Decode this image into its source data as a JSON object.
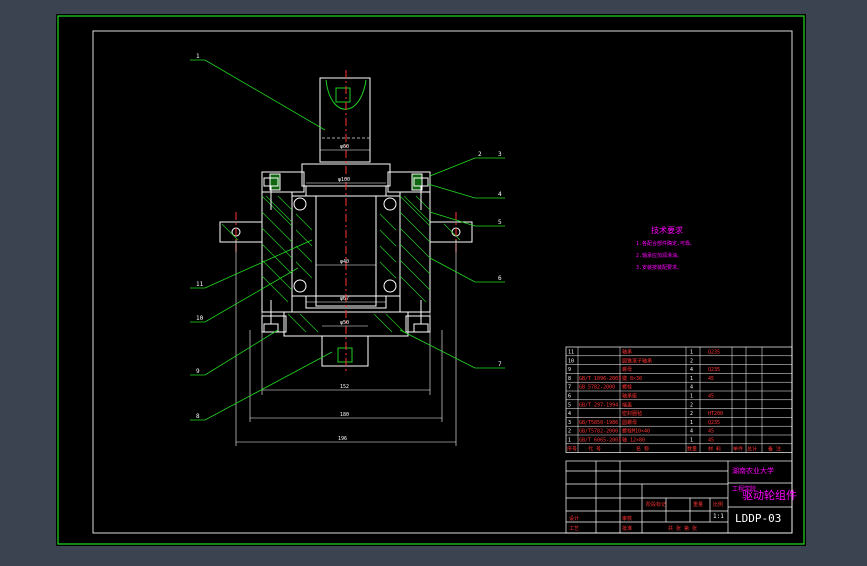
{
  "colors": {
    "background": "#3b4250",
    "sheet": "#000000",
    "border": "#22dd22",
    "part": "#ffffff",
    "hatch": "#22cc22",
    "centerline": "#ff3333",
    "dimension": "#ffffff",
    "notes": "#ff00ff",
    "title_block": "#ffffff",
    "table_text": "#ff3333",
    "title_text": "#ff00ff"
  },
  "leaders": {
    "left": [
      "1",
      "11",
      "10",
      "9",
      "8"
    ],
    "right": [
      "2",
      "3",
      "4",
      "5",
      "6",
      "7"
    ]
  },
  "dimensions": {
    "top_width": "φ60",
    "hub_inner": "φ100",
    "shaft_mid": "φ40",
    "bearing": "φ67",
    "lower_width": "φ50",
    "overall_a": "152",
    "overall_b": "180",
    "overall_c": "196"
  },
  "tech_notes": {
    "title": "技术要求",
    "lines": [
      "1.各配合部件确定,可靠。",
      "2.轴承应加润滑油。",
      "3.安装按装配要求。"
    ]
  },
  "parts_table": {
    "rows": [
      {
        "no": "11",
        "code": "",
        "name": "轴承",
        "qty": "1",
        "mat": "Q235"
      },
      {
        "no": "10",
        "code": "",
        "name": "圆锥滚子轴承",
        "qty": "2",
        "mat": ""
      },
      {
        "no": "9",
        "code": "",
        "name": "螺母",
        "qty": "4",
        "mat": "Q235"
      },
      {
        "no": "8",
        "code": "GB/T 1096-2003",
        "name": "键 8×30",
        "qty": "1",
        "mat": "45"
      },
      {
        "no": "7",
        "code": "GB 5782-2000",
        "name": "螺栓",
        "qty": "4",
        "mat": ""
      },
      {
        "no": "6",
        "code": "",
        "name": "轴承座",
        "qty": "1",
        "mat": "45"
      },
      {
        "no": "5",
        "code": "GB/T 297-1994",
        "name": "端盖",
        "qty": "2",
        "mat": ""
      },
      {
        "no": "4",
        "code": "",
        "name": "密封圈毡",
        "qty": "2",
        "mat": "HT200"
      },
      {
        "no": "3",
        "code": "GB/T5850-1986",
        "name": "圆螺母",
        "qty": "1",
        "mat": "Q235"
      },
      {
        "no": "2",
        "code": "GB/T5782-2000",
        "name": "螺栓M10×40",
        "qty": "4",
        "mat": "45"
      },
      {
        "no": "1",
        "code": "GB/T 6065-2003",
        "name": "轴 12×80",
        "qty": "1",
        "mat": "45"
      }
    ],
    "header": {
      "no": "序号",
      "code": "代 号",
      "name": "名 称",
      "qty": "数量",
      "mat": "材 料",
      "weight": "单件",
      "total": "总计",
      "note": "备 注"
    }
  },
  "title_block": {
    "school": "湖南农业大学",
    "dept": "工程学院",
    "drawing_title": "驱动轮组件",
    "drawing_no": "LDDP-03",
    "design": "设计",
    "check": "审核",
    "process": "工艺",
    "approve": "批准",
    "scale_label": "比例",
    "scale": "1:1",
    "sheet": "共 张 第 张",
    "stage": "阶段标记",
    "weight": "重量"
  }
}
